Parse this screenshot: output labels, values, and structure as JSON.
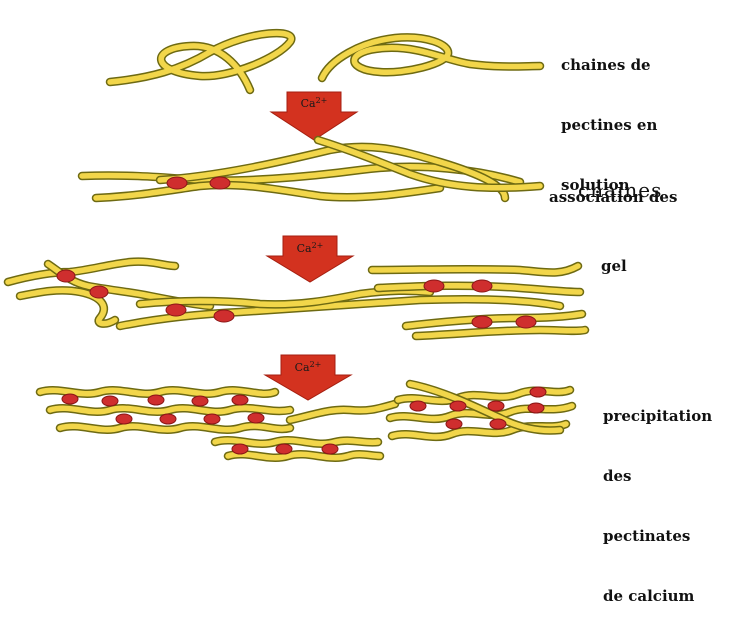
{
  "arrows": [
    {
      "ion": "Ca",
      "charge": "2+"
    },
    {
      "ion": "Ca",
      "charge": "2+"
    },
    {
      "ion": "Ca",
      "charge": "2+"
    }
  ],
  "labels": {
    "solution": [
      "chaines de",
      "pectines en",
      "solution"
    ],
    "association_line1": "association des",
    "association_line2": "chaines",
    "gel": "gel",
    "precipitation": [
      "precipitation",
      "des",
      "pectinates",
      "de calcium"
    ]
  },
  "colors": {
    "fiber": "#f2d64a",
    "fiber_outline": "#6e6a12",
    "calcium": "#cf2e2e",
    "arrow": "#d3321f"
  }
}
